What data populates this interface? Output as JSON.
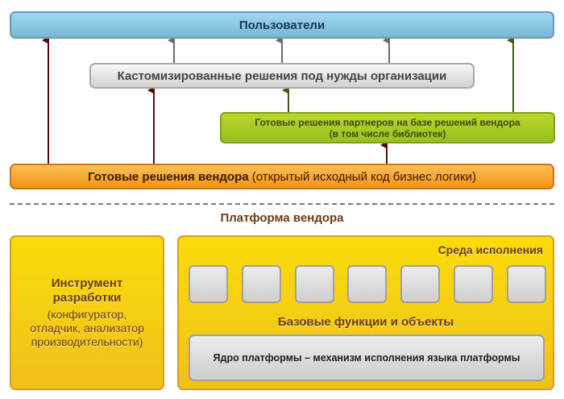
{
  "users": {
    "label": "Пользователи"
  },
  "custom_solutions": {
    "label": "Кастомизированные решения под нужды организации"
  },
  "partner_solutions": {
    "line1": "Готовые решения партнеров на базе решений вендора",
    "line2": "(в том числе библиотек)"
  },
  "vendor_solutions": {
    "bold_label": "Готовые решения вендора",
    "note": " (открытый исходный код бизнес логики)"
  },
  "platform": {
    "title": "Платформа вендора",
    "dev_tool": {
      "title": "Инструмент разработки",
      "details": "(конфигуратор, отладчик, анализатор производительности)"
    },
    "runtime": {
      "title": "Среда исполнения",
      "slot_count": 7,
      "base_functions_label": "Базовые функции и объекты",
      "core_label": "Ядро платформы – механизм исполнения языка платформы"
    }
  },
  "colors": {
    "arrow_vendor": "#5a0a0a",
    "arrow_custom": "#6b6b6b",
    "arrow_partner": "#3f5a1a",
    "users_fill": "#8ecbe8",
    "custom_fill": "#e3e3e3",
    "partner_fill": "#a9cb22",
    "vendor_fill": "#f7a83a",
    "platform_fill": "#f7d00f"
  }
}
